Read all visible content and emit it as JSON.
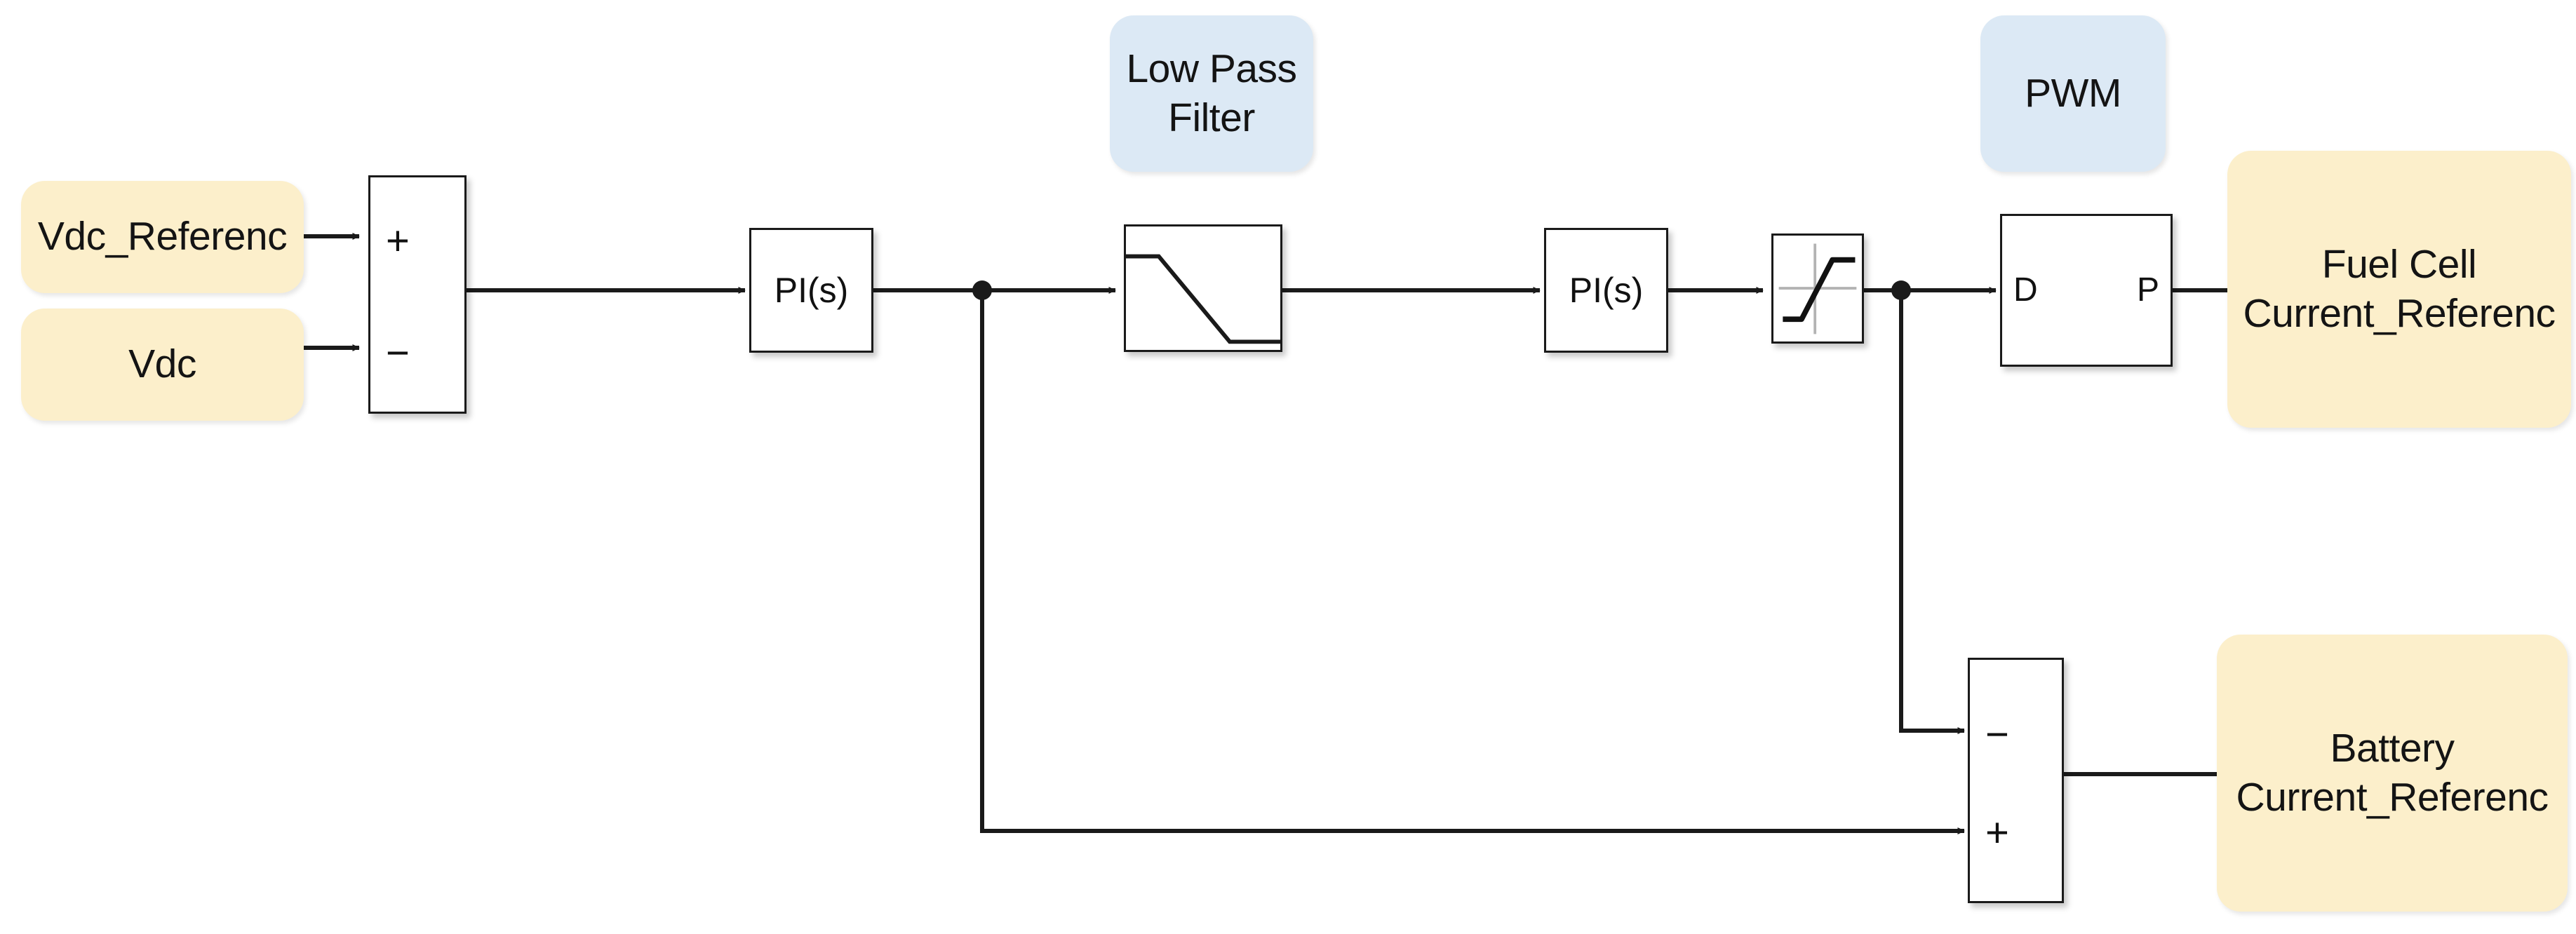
{
  "diagram": {
    "title": "Fuel cell / battery DC-bus current reference control loop",
    "background": "#ffffff",
    "colors": {
      "signal_tag_fill": "#fcefcb",
      "annotation_fill": "#dce9f5",
      "block_fill": "#ffffff",
      "line": "#1a1a1a"
    }
  },
  "signal_tags": [
    {
      "id": "vdc_reference",
      "label": "Vdc_Referenc",
      "fill": "cream"
    },
    {
      "id": "vdc",
      "label": "Vdc",
      "fill": "cream"
    },
    {
      "id": "fuel_cell_current_reference",
      "label_line1": "Fuel Cell",
      "label_line2": "Current_Referenc",
      "fill": "cream"
    },
    {
      "id": "battery_current_reference",
      "label_line1": "Battery",
      "label_line2": "Current_Referenc",
      "fill": "cream"
    }
  ],
  "annotations": [
    {
      "id": "low_pass_filter",
      "line1": "Low Pass",
      "line2": "Filter",
      "fill": "blue"
    },
    {
      "id": "pwm",
      "line1": "PWM",
      "fill": "blue"
    }
  ],
  "blocks": [
    {
      "id": "sum_voltage",
      "kind": "sum",
      "inputs": [
        {
          "sign": "+"
        },
        {
          "sign": "−"
        }
      ]
    },
    {
      "id": "pi_voltage",
      "kind": "transfer",
      "label": "PI(s)"
    },
    {
      "id": "low_pass_filter_block",
      "kind": "filter",
      "label": ""
    },
    {
      "id": "pi_current",
      "kind": "transfer",
      "label": "PI(s)"
    },
    {
      "id": "saturation",
      "kind": "saturation",
      "label": ""
    },
    {
      "id": "pwm_block",
      "kind": "subsystem",
      "input_port": "D",
      "output_port": "P"
    },
    {
      "id": "sum_current",
      "kind": "sum",
      "inputs": [
        {
          "sign": "−"
        },
        {
          "sign": "+"
        }
      ]
    }
  ]
}
